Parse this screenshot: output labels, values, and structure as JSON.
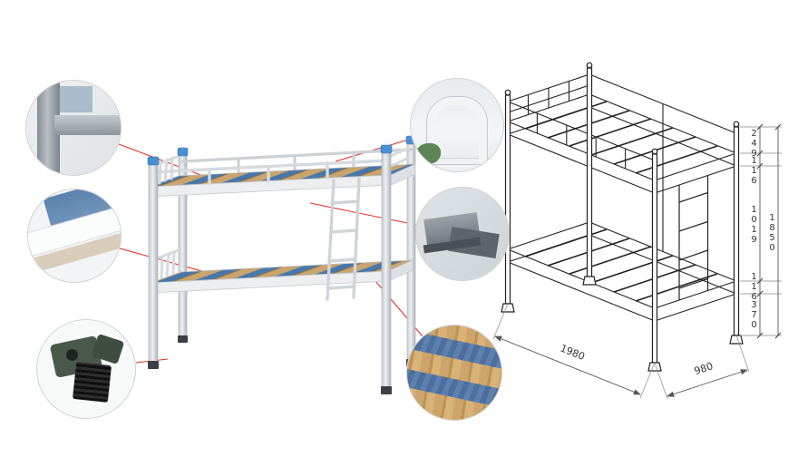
{
  "figure": {
    "kind": "bunk-bed-product-diagram"
  },
  "callouts": [
    {
      "name": "frame-corner-joint-detail"
    },
    {
      "name": "deck-corner-detail"
    },
    {
      "name": "anti-slip-foot-detail"
    },
    {
      "name": "guardrail-tube-detail"
    },
    {
      "name": "support-bracket-detail"
    },
    {
      "name": "wood-slat-detail"
    }
  ],
  "tech": {
    "dims": {
      "h_guardrail": "249",
      "t_upper": "116",
      "gap": "1019",
      "overall": "1850",
      "t_lower": "116",
      "clearance": "370",
      "length": "1980",
      "width": "980"
    }
  },
  "colors": {
    "leader_red": "#e8302a",
    "cap_blue": "#4a8fd4",
    "slat_blue": "#4a77ab",
    "slat_wood": "#c9a46d",
    "drawing_line": "#222222",
    "dim_line": "#555555"
  }
}
